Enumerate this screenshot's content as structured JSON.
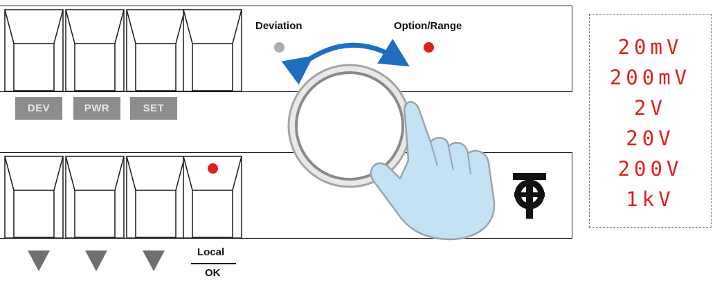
{
  "top_panel": {
    "keys": [
      "",
      "",
      "",
      ""
    ],
    "key_labels": [
      "DEV",
      "PWR",
      "SET"
    ]
  },
  "indicators": {
    "deviation_label": "Deviation",
    "option_label": "Option/Range",
    "deviation_color": "#a9adb2",
    "option_color": "#e0201c"
  },
  "bottom_panel": {
    "arrow_icons": [
      "down-triangle-icon",
      "down-triangle-icon",
      "down-triangle-icon"
    ],
    "local_label": "Local",
    "ok_label": "OK",
    "led_color": "#e0201c"
  },
  "knob": {
    "arrow_color": "#1f6fbf",
    "hand_color": "#bfe0f2"
  },
  "ranges": [
    "20mV",
    "200mV",
    "2V",
    "20V",
    "200V",
    "1kV"
  ],
  "colors": {
    "range_text": "#e0201c",
    "label_box": "#8c8c8c",
    "arrow": "#6f6f6f"
  }
}
